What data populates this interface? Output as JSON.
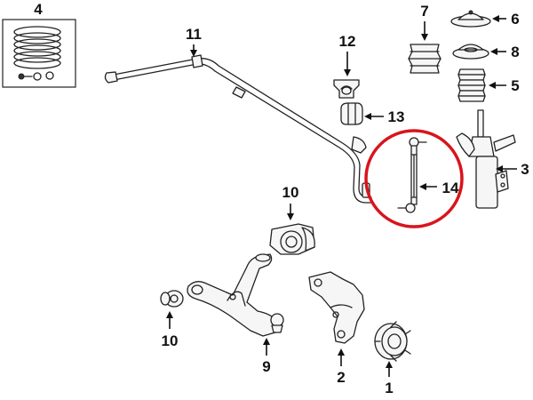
{
  "callouts": {
    "c1": "1",
    "c2": "2",
    "c3": "3",
    "c4": "4",
    "c5": "5",
    "c6": "6",
    "c7": "7",
    "c8": "8",
    "c9": "9",
    "c10a": "10",
    "c10b": "10",
    "c11": "11",
    "c12": "12",
    "c13": "13",
    "c14": "14"
  },
  "highlight": {
    "target": "14",
    "color": "#d9141c"
  },
  "colors": {
    "line": "#222222",
    "text": "#111111",
    "background": "#ffffff"
  }
}
